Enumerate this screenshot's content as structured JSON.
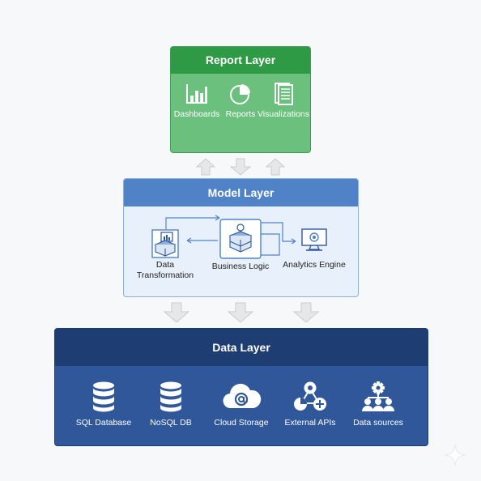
{
  "report_layer": {
    "title": "Report Layer",
    "items": [
      {
        "label": "Dashboards",
        "icon": "bar-chart-icon"
      },
      {
        "label": "Reports",
        "icon": "pie-chart-icon"
      },
      {
        "label": "Visualizations",
        "icon": "document-icon"
      }
    ]
  },
  "model_layer": {
    "title": "Model Layer",
    "items": [
      {
        "label_line1": "Data",
        "label_line2": "Transformation",
        "icon": "transform-icon"
      },
      {
        "label": "Business Logic",
        "icon": "stack-icon"
      },
      {
        "label": "Analytics Engine",
        "icon": "monitor-icon"
      }
    ]
  },
  "data_layer": {
    "title": "Data Layer",
    "items": [
      {
        "label": "SQL Database",
        "icon": "database-icon"
      },
      {
        "label": "NoSQL DB",
        "icon": "database-icon"
      },
      {
        "label": "Cloud Storage",
        "icon": "cloud-at-icon"
      },
      {
        "label": "External APIs",
        "icon": "network-icon"
      },
      {
        "label": "Data sources",
        "icon": "users-gear-icon"
      }
    ]
  },
  "colors": {
    "report_header": "#2f9a45",
    "report_body": "#6cc07d",
    "model_header": "#4f82c6",
    "model_body": "#e8f0fb",
    "data_header": "#1e3d72",
    "data_body": "#2f579a",
    "arrow": "#d9dbde"
  }
}
